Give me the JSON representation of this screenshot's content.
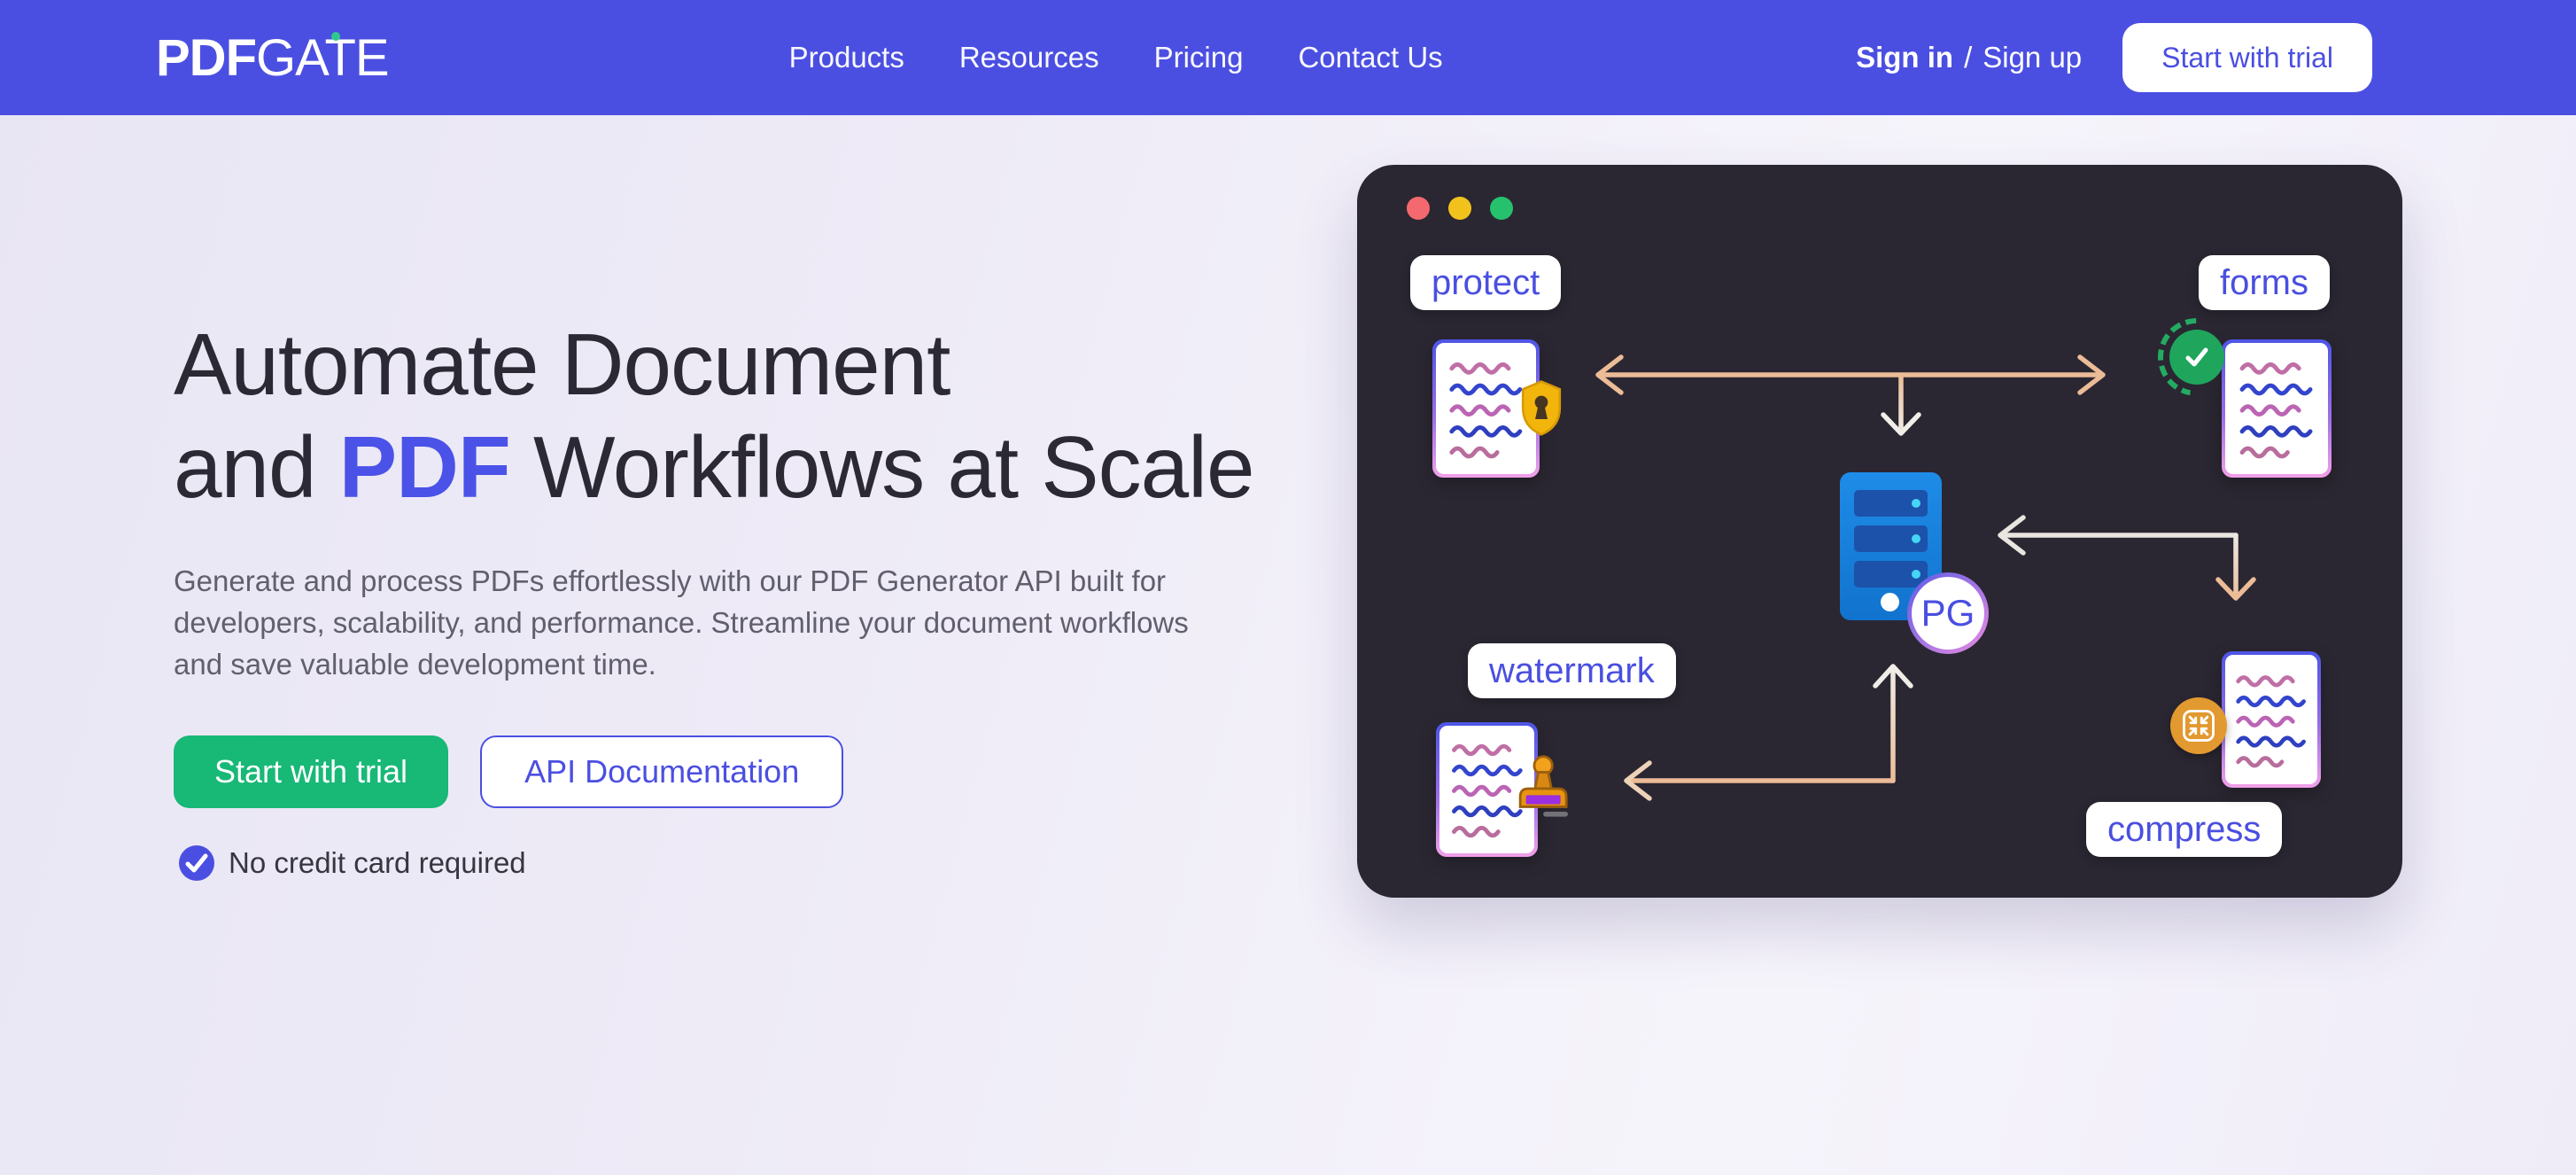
{
  "nav": {
    "logo": {
      "bold": "PDF",
      "light": "GATE"
    },
    "links": [
      {
        "label": "Products"
      },
      {
        "label": "Resources"
      },
      {
        "label": "Pricing"
      },
      {
        "label": "Contact Us"
      }
    ],
    "auth": {
      "sign_in": "Sign in",
      "separator": "/",
      "sign_up": "Sign up"
    },
    "trial_button": "Start with trial"
  },
  "hero": {
    "title": {
      "line1": "Automate Document",
      "line2_prefix": "and ",
      "highlight": "PDF",
      "line2_suffix": " Workflows at Scale"
    },
    "description": "Generate and process PDFs effortlessly with our PDF Generator API built for developers, scalability, and performance. Streamline your document workflows and save valuable development time.",
    "primary_cta": "Start with trial",
    "secondary_cta": "API Documentation",
    "note": "No credit card required"
  },
  "diagram": {
    "labels": {
      "protect": "protect",
      "forms": "forms",
      "watermark": "watermark",
      "compress": "compress"
    },
    "server_badge": "PG",
    "window_dot_colors": [
      "#f4696f",
      "#f2c21c",
      "#26c16d"
    ]
  },
  "colors": {
    "navbar_blue": "#4b4fe1",
    "accent_blue": "#4a4fe0",
    "cta_green": "#18b877",
    "card_bg": "#2a2732",
    "arrow_peach": "#ecbc97",
    "check_green": "#1fa55c",
    "compress_orange": "#e2992f"
  }
}
